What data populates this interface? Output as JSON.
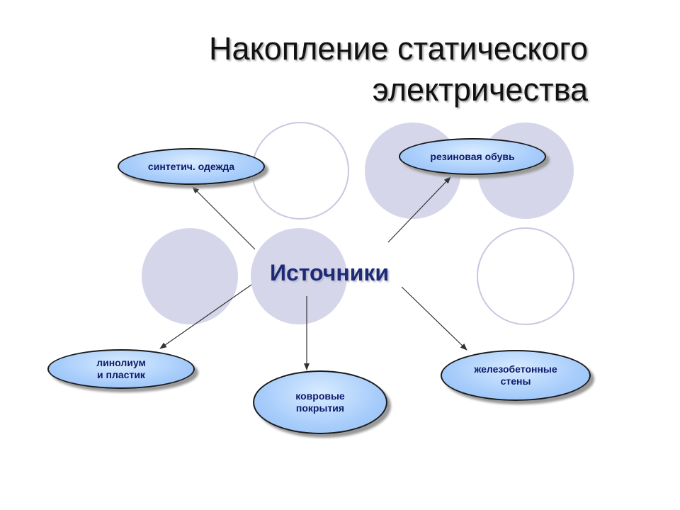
{
  "title": {
    "line1": "Накопление статического",
    "line2": "электричества"
  },
  "center": {
    "label": "Источники"
  },
  "nodes": {
    "synthetic": "синтетич. одежда",
    "rubber": "резиновая обувь",
    "linoleum": "линолиум\nи пластик",
    "carpet": "ковровые\nпокрытия",
    "concrete": "железобетонные\nстены"
  },
  "colors": {
    "circle_fill": "#d6d6ea",
    "circle_outline": "#c8c8e0",
    "node_fill": "#a8cdfb",
    "node_border": "#1a1a1a",
    "center_text": "#1e2a78",
    "node_text": "#0e1a6b",
    "arrow": "#333333"
  }
}
